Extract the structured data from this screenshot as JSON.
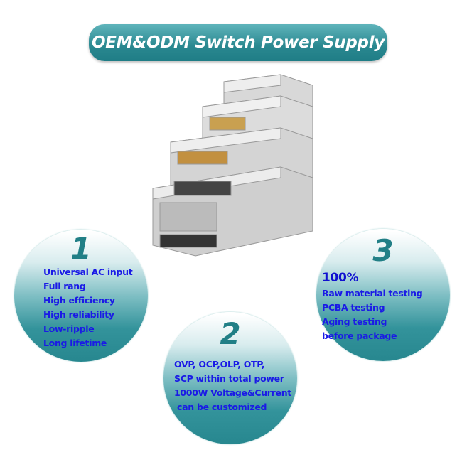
{
  "title": "OEM&ODM Switch Power Supply",
  "product_image": "stacked-switch-power-supplies",
  "accent_color": "#2a8890",
  "text_color": "#1a1ae6",
  "features": [
    {
      "number": "1",
      "headline": "",
      "lines": [
        "Universal AC input",
        "Full rang",
        "High efficiency",
        "High reliability",
        "Low-ripple",
        "Long lifetime"
      ]
    },
    {
      "number": "2",
      "headline": "",
      "lines": [
        "OVP, OCP,OLP, OTP,",
        "SCP within total power",
        "1000W Voltage&Current",
        " can be customized"
      ]
    },
    {
      "number": "3",
      "headline": "100%",
      "lines": [
        "Raw material testing",
        "PCBA testing",
        "Aging testing",
        "before package"
      ]
    }
  ]
}
